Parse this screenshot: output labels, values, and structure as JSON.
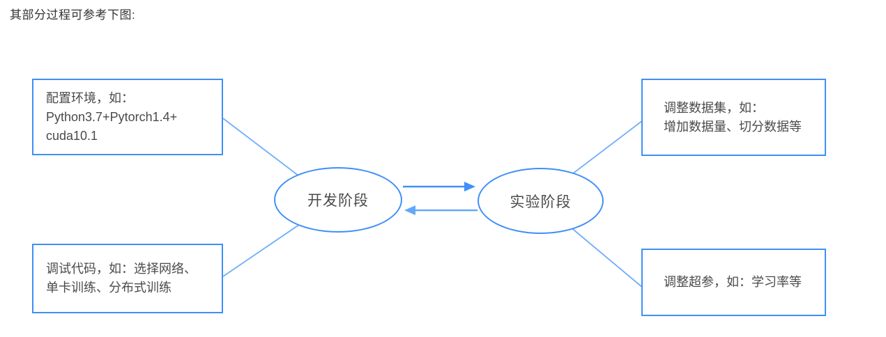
{
  "page": {
    "intro_text": "其部分过程可参考下图:"
  },
  "diagram": {
    "colors": {
      "shape_border": "#3E8FF8",
      "connector_line": "#6FAEF9",
      "arrow_forward": "#4090F8",
      "arrow_backward": "#63A8F9",
      "node_text": "#4A4A4A"
    },
    "ellipses": {
      "dev_stage": {
        "label": "开发阶段"
      },
      "exp_stage": {
        "label": "实验阶段"
      }
    },
    "boxes": {
      "env": {
        "text": "配置环境，如：\nPython3.7+Pytorch1.4+\ncuda10.1"
      },
      "debug": {
        "text": "调试代码，如：选择网络、\n单卡训练、分布式训练"
      },
      "dataset": {
        "text": "调整数据集，如：\n增加数据量、切分数据等"
      },
      "hyper": {
        "text": "调整超参，如：学习率等"
      }
    },
    "relations": {
      "forward_arrow": "开发阶段 → 实验阶段",
      "backward_arrow": "实验阶段 → 开发阶段"
    }
  }
}
